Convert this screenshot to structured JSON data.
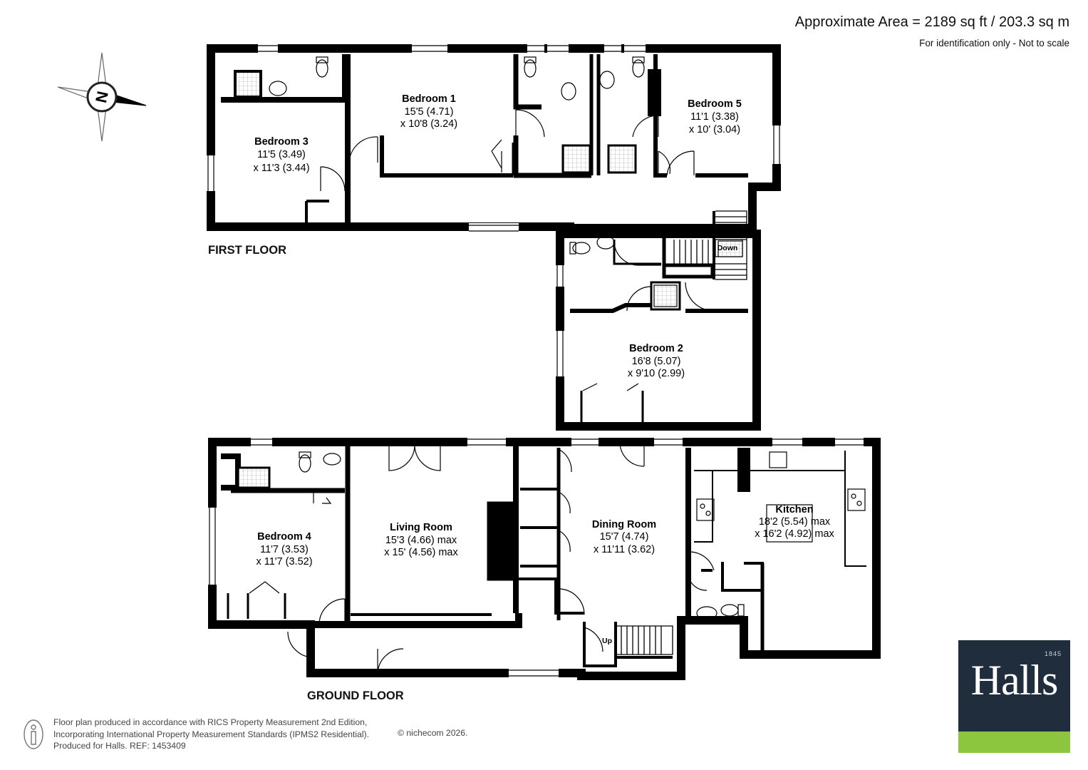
{
  "header": {
    "area": "Approximate Area = 2189 sq ft / 203.3 sq m",
    "identification": "For identification only - Not to scale"
  },
  "compass": {
    "label": "N",
    "icon": "north-compass-icon"
  },
  "floors": {
    "first": {
      "label": "FIRST FLOOR",
      "rooms": [
        {
          "name": "Bedroom 1",
          "dim1": "15'5 (4.71)",
          "dim2": "x 10'8 (3.24)"
        },
        {
          "name": "Bedroom 3",
          "dim1": "11'5 (3.49)",
          "dim2": "x 11'3 (3.44)"
        },
        {
          "name": "Bedroom 5",
          "dim1": "11'1 (3.38)",
          "dim2": "x 10' (3.04)"
        },
        {
          "name": "Bedroom 2",
          "dim1": "16'8 (5.07)",
          "dim2": "x 9'10 (2.99)"
        }
      ],
      "stairs_label": "Down"
    },
    "ground": {
      "label": "GROUND FLOOR",
      "rooms": [
        {
          "name": "Bedroom 4",
          "dim1": "11'7 (3.53)",
          "dim2": "x 11'7 (3.52)"
        },
        {
          "name": "Living Room",
          "dim1": "15'3 (4.66) max",
          "dim2": "x 15' (4.56) max"
        },
        {
          "name": "Dining Room",
          "dim1": "15'7 (4.74)",
          "dim2": "x 11'11 (3.62)"
        },
        {
          "name": "Kitchen",
          "dim1": "18'2 (5.54) max",
          "dim2": "x 16'2 (4.92) max"
        }
      ],
      "stairs_label": "Up"
    }
  },
  "footer": {
    "line1": "Floor plan produced in accordance with RICS Property Measurement 2nd Edition,",
    "line2": "Incorporating International Property Measurement Standards (IPMS2 Residential).",
    "line3": "Produced for Halls.   REF: 1453409",
    "copyright": "© nichecom 2026."
  },
  "logo": {
    "word": "Halls",
    "year": "1845",
    "colors": {
      "panel": "#1f2d3d",
      "bar": "#8cc63f"
    }
  },
  "colors": {
    "wall": "#000000",
    "background": "#ffffff"
  }
}
